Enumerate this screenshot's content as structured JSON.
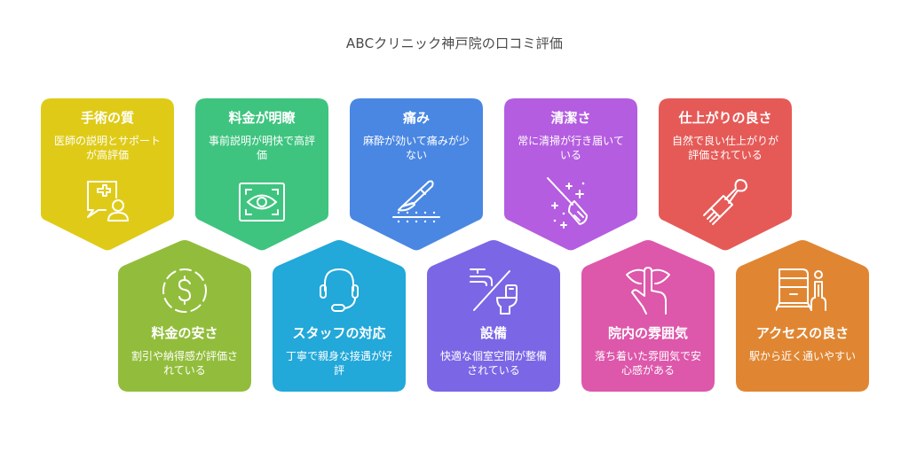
{
  "title": "ABCクリニック神戸院の口コミ評価",
  "top_cards": [
    {
      "heading": "手術の質",
      "desc": "医師の説明とサポートが高評価",
      "color": "#dfcb17",
      "icon": "medical-consult-icon"
    },
    {
      "heading": "料金が明瞭",
      "desc": "事前説明が明快で高評価",
      "color": "#3ec47f",
      "icon": "eye-scan-icon"
    },
    {
      "heading": "痛み",
      "desc": "麻酔が効いて痛みが少ない",
      "color": "#4a87e3",
      "icon": "scalpel-icon"
    },
    {
      "heading": "清潔さ",
      "desc": "常に清掃が行き届いている",
      "color": "#b45de0",
      "icon": "broom-sparkle-icon"
    },
    {
      "heading": "仕上がりの良さ",
      "desc": "自然で良い仕上がりが評価されている",
      "color": "#e55a57",
      "icon": "brush-icon"
    }
  ],
  "bottom_cards": [
    {
      "heading": "料金の安さ",
      "desc": "割引や納得感が評価されている",
      "color": "#92bd3c",
      "icon": "dollar-circle-icon"
    },
    {
      "heading": "スタッフの対応",
      "desc": "丁寧で親身な接遇が好評",
      "color": "#22a8d9",
      "icon": "headset-icon"
    },
    {
      "heading": "設備",
      "desc": "快適な個室空間が整備されている",
      "color": "#7b66e6",
      "icon": "faucet-toilet-icon"
    },
    {
      "heading": "院内の雰囲気",
      "desc": "落ち着いた雰囲気で安心感がある",
      "color": "#dd57aa",
      "icon": "shush-icon"
    },
    {
      "heading": "アクセスの良さ",
      "desc": "駅から近く通いやすい",
      "color": "#e08632",
      "icon": "train-person-icon"
    }
  ]
}
